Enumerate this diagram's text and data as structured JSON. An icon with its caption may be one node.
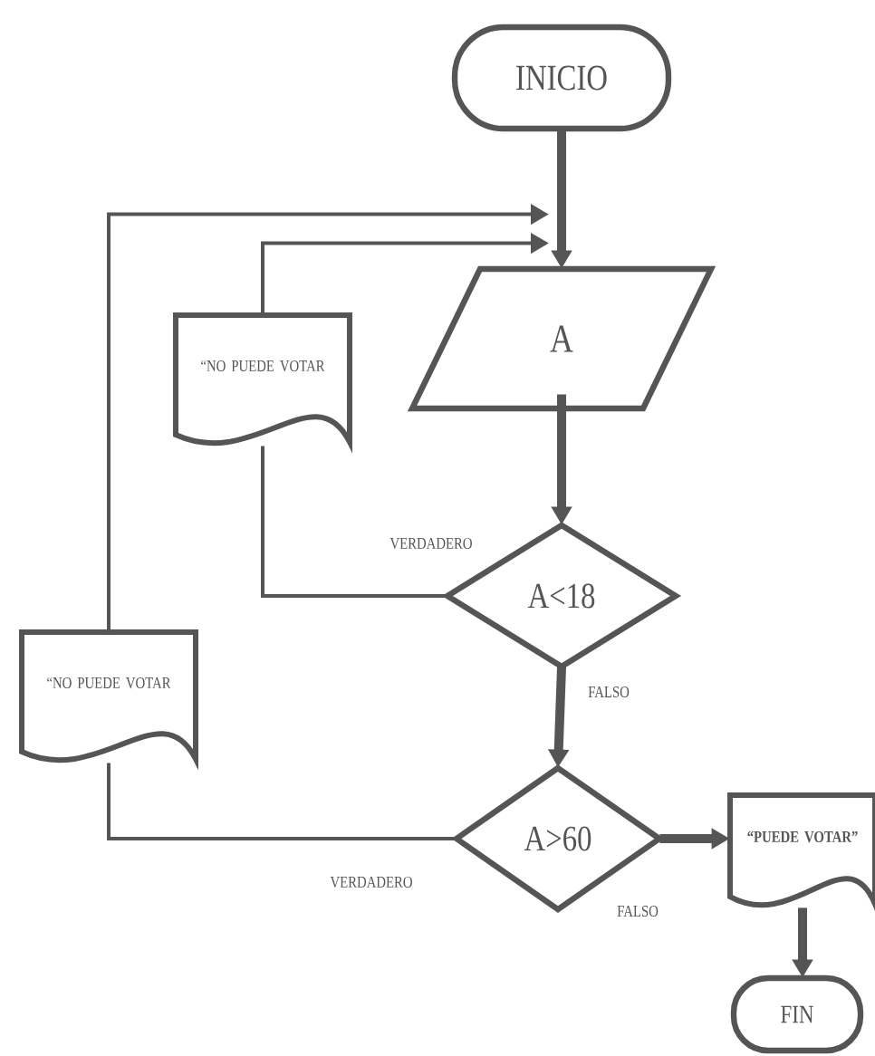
{
  "diagram": {
    "nodes": [
      {
        "text": [
          "INICIO"
        ]
      },
      {
        "text": [
          "A"
        ]
      },
      {
        "text": [
          "A<18"
        ]
      },
      {
        "text": [
          "“NO PUEDE VOTAR"
        ]
      },
      {
        "text": [
          "A>60"
        ]
      },
      {
        "text": [
          "“NO PUEDE VOTAR"
        ]
      },
      {
        "text": [
          "“PUEDE VOTAR”"
        ]
      },
      {
        "text": [
          "FIN"
        ]
      }
    ],
    "edges": [
      {
        "from": 0,
        "to": 1,
        "arrow": "to"
      },
      {
        "from": 1,
        "to": 2,
        "arrow": "to"
      },
      {
        "from": 2,
        "to": 4,
        "arrow": "to",
        "label": "FALSO"
      },
      {
        "from": 2,
        "to": 3,
        "arrow": "none",
        "label": "VERDADERO"
      },
      {
        "from": 3,
        "to": 1,
        "arrow": "to"
      },
      {
        "from": 4,
        "to": 5,
        "arrow": "none",
        "label": "VERDADERO"
      },
      {
        "from": 5,
        "to": 1,
        "arrow": "to"
      },
      {
        "from": 4,
        "to": 6,
        "arrow": "to",
        "label": "FALSO"
      },
      {
        "from": 6,
        "to": 7,
        "arrow": "to"
      }
    ]
  }
}
